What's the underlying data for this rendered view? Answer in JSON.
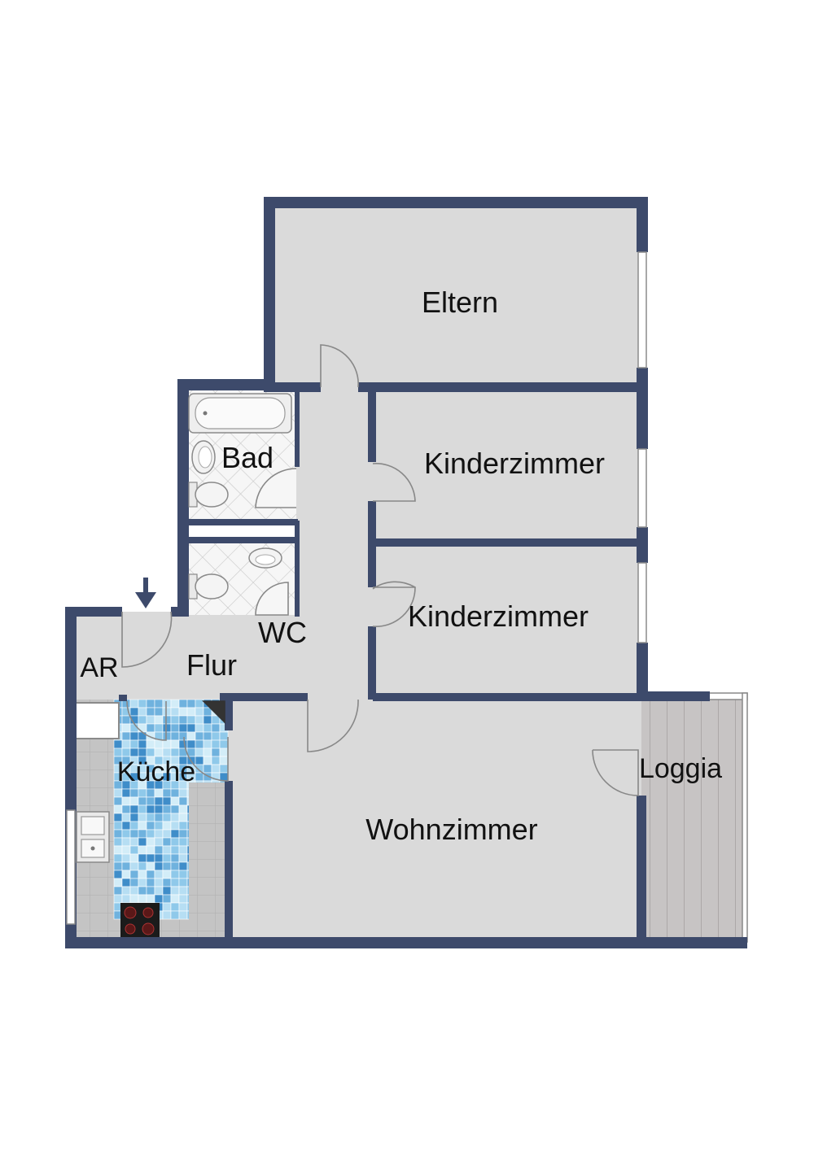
{
  "colors": {
    "wall": "#3d4a6b",
    "floor": "#dadada",
    "line": "#777777",
    "door": "#888888",
    "tile_light": "#f6f6f6",
    "tile_lines": "#c9c9c9",
    "kitchen_tile_dark": "#3f8dc9",
    "kitchen_tile_light": "#b6def3",
    "stone_tile": "#c4c4c4",
    "deck": "#c7c4c4"
  },
  "rooms": {
    "eltern": "Eltern",
    "kinderzimmer_1": "Kinderzimmer",
    "kinderzimmer_2": "Kinderzimmer",
    "bad": "Bad",
    "wc": "WC",
    "ar": "AR",
    "flur": "Flur",
    "kueche": "Küche",
    "wohnzimmer": "Wohnzimmer",
    "loggia": "Loggia"
  },
  "icons": {
    "entrance": "entrance-arrow-icon",
    "bathtub": "bathtub-icon",
    "sink": "sink-icon",
    "toilet": "toilet-icon",
    "kitchen_sink": "kitchen-sink-icon",
    "cooktop": "cooktop-icon"
  }
}
